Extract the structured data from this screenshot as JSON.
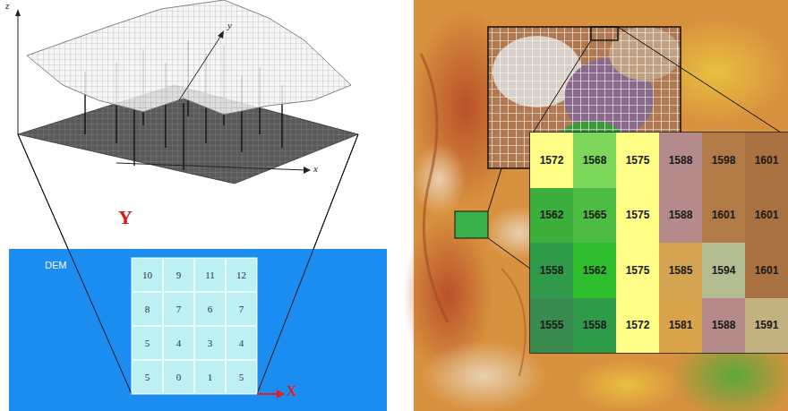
{
  "diagram": {
    "labels": [
      "z",
      "y",
      "x",
      "Y",
      "DEM",
      "10",
      "9",
      "11",
      "12",
      "8",
      "7",
      "6",
      "7",
      "5",
      "4",
      "3",
      "4",
      "5",
      "0",
      "1",
      "5",
      "X",
      "1572",
      "1568",
      "1575",
      "1588",
      "1598",
      "1601",
      "1562",
      "1565",
      "1575",
      "1588",
      "1601",
      "1601",
      "1558",
      "1562",
      "1575",
      "1585",
      "1594",
      "1601",
      "1555",
      "1558",
      "1572",
      "1581",
      "1588",
      "1591"
    ]
  }
}
